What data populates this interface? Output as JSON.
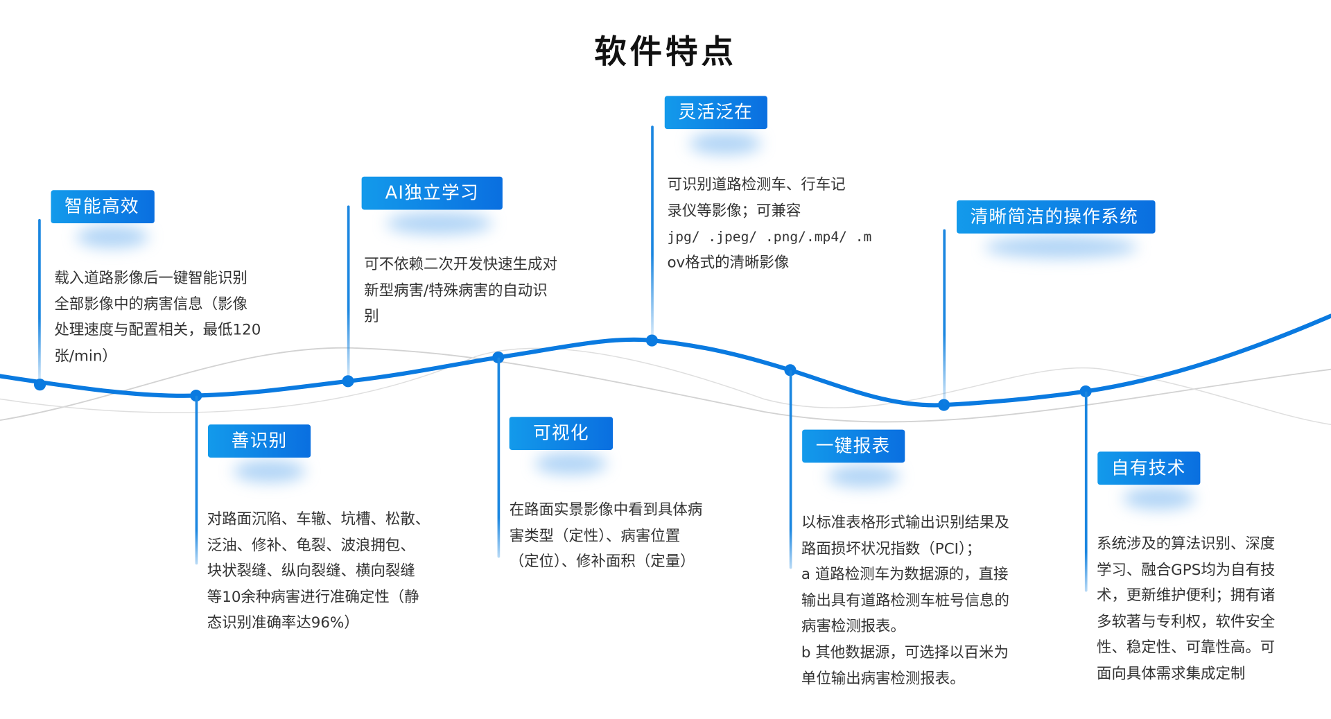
{
  "title": "软件特点",
  "colors": {
    "accent": "#0a7ae0",
    "badge_start": "#139aeb",
    "badge_end": "#0a6fe0",
    "text": "#333333"
  },
  "features": [
    {
      "label": "智能高效",
      "lines": [
        "载入道路影像后一键智能识别",
        "全部影像中的病害信息（影像",
        "处理速度与配置相关，最低120",
        "张/min）"
      ]
    },
    {
      "label": "善识别",
      "lines": [
        "对路面沉陷、车辙、坑槽、松散、",
        "泛油、修补、龟裂、波浪拥包、",
        "块状裂缝、纵向裂缝、横向裂缝",
        "等10余种病害进行准确定性（静",
        "态识别准确率达96%）"
      ]
    },
    {
      "label": "AI独立学习",
      "lines": [
        "可不依赖二次开发快速生成对",
        "新型病害/特殊病害的自动识",
        "别"
      ]
    },
    {
      "label": "可视化",
      "lines": [
        "在路面实景影像中看到具体病",
        "害类型（定性）、病害位置",
        "（定位）、修补面积（定量）"
      ]
    },
    {
      "label": "灵活泛在",
      "lines": [
        "可识别道路检测车、行车记",
        "录仪等影像；可兼容",
        "jpg/ .jpeg/ .png/.mp4/ .m",
        "ov格式的清晰影像"
      ]
    },
    {
      "label": "一键报表",
      "lines": [
        "以标准表格形式输出识别结果及",
        "路面损坏状况指数（PCI）；",
        "a 道路检测车为数据源的，直接",
        "输出具有道路检测车桩号信息的",
        "病害检测报表。",
        "b 其他数据源，可选择以百米为",
        "单位输出病害检测报表。"
      ]
    },
    {
      "label": "清晰简洁的操作系统",
      "lines": []
    },
    {
      "label": "自有技术",
      "lines": [
        "系统涉及的算法识别、深度",
        "学习、融合GPS均为自有技",
        "术，更新维护便利；拥有诸",
        "多软著与专利权，软件安全",
        "性、稳定性、可靠性高。可",
        "面向具体需求集成定制"
      ]
    }
  ]
}
